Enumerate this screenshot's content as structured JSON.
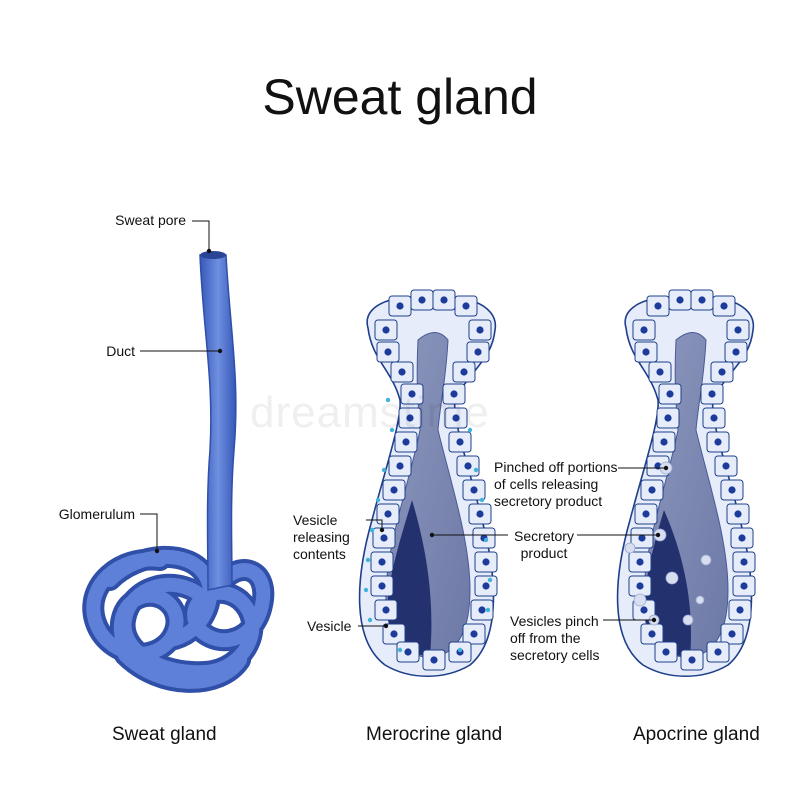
{
  "title": "Sweat gland",
  "watermark": "dreamstime",
  "colors": {
    "duct": "#4a6fcf",
    "cell_fill": "#e6ecf9",
    "cell_stroke": "#1f3f8c",
    "nucleus": "#1c3b9a",
    "lumen": "#7d8ab3",
    "secretion_dark": "#23316f",
    "vesicle": "#3fb3d9"
  },
  "panels": {
    "sweat": {
      "caption": "Sweat gland",
      "labels": {
        "pore": "Sweat pore",
        "duct": "Duct",
        "glomerulum": "Glomerulum"
      }
    },
    "merocrine": {
      "caption": "Merocrine gland",
      "labels": {
        "vesicle_release_1": "Vesicle",
        "vesicle_release_2": "releasing",
        "vesicle_release_3": "contents",
        "vesicle": "Vesicle"
      }
    },
    "apocrine": {
      "caption": "Apocrine gland",
      "labels": {
        "pinched_1": "Pinched off portions",
        "pinched_2": "of cells releasing",
        "pinched_3": "secretory product",
        "secretory_1": "Secretory",
        "secretory_2": "product",
        "pinch_1": "Vesicles pinch",
        "pinch_2": "off from the",
        "pinch_3": "secretory cells"
      }
    }
  }
}
